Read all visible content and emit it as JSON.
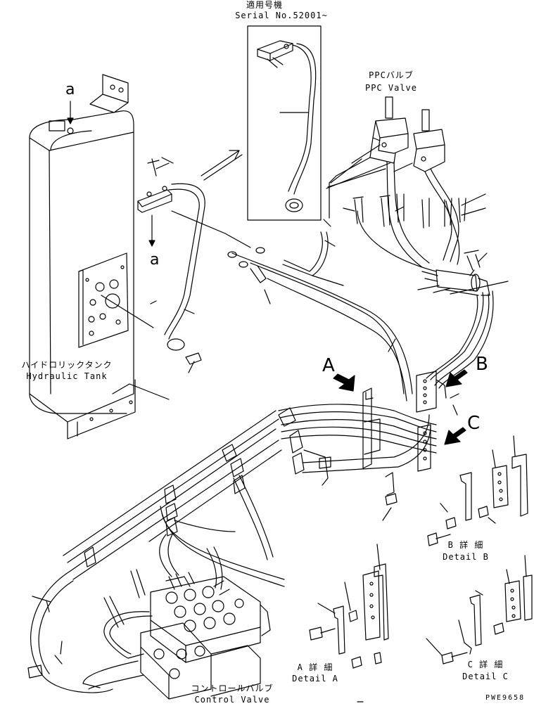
{
  "serial": {
    "jp": "適用号機",
    "en": "Serial No.52001~"
  },
  "ppc_valve": {
    "jp": "PPCバルブ",
    "en": "PPC Valve"
  },
  "hydraulic_tank": {
    "jp": "ハイドロリックタンク",
    "en": "Hydraulic Tank"
  },
  "control_valve": {
    "jp": "コントロールバルブ",
    "en": "Control Valve"
  },
  "detail_a": {
    "jp": "A 詳 細",
    "en": "Detail A"
  },
  "detail_b": {
    "jp": "B 詳 細",
    "en": "Detail B"
  },
  "detail_c": {
    "jp": "C 詳 細",
    "en": "Detail C"
  },
  "view_letters": {
    "a_top": "a",
    "a_bottom": "a",
    "A": "A",
    "B": "B",
    "C": "C"
  },
  "drawing_code": "PWE9658"
}
